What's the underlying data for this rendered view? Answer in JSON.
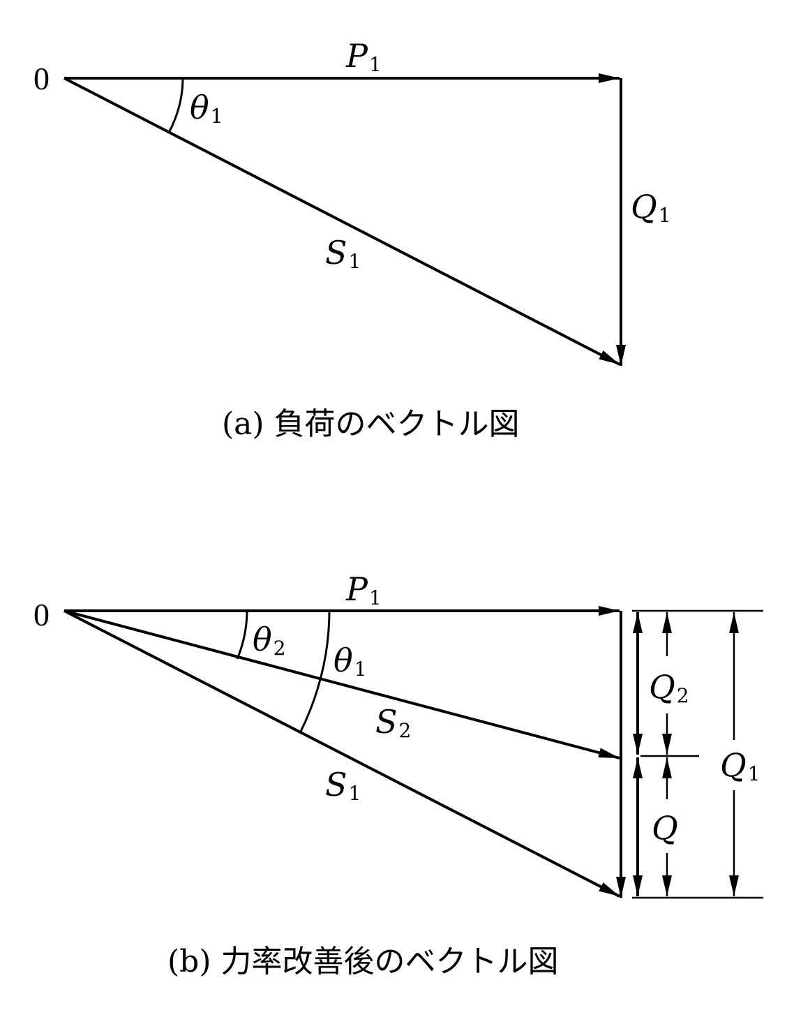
{
  "panel_a": {
    "origin": "0",
    "P": "P",
    "P_sub": "1",
    "Q": "Q",
    "Q_sub": "1",
    "S": "S",
    "S_sub": "1",
    "theta": "θ",
    "theta_sub": "1",
    "caption": "(a) 負荷のベクトル図"
  },
  "panel_b": {
    "origin": "0",
    "P": "P",
    "P_sub": "1",
    "theta2": "θ",
    "theta2_sub": "2",
    "theta1": "θ",
    "theta1_sub": "1",
    "S2": "S",
    "S2_sub": "2",
    "S1": "S",
    "S1_sub": "1",
    "Q2": "Q",
    "Q2_sub": "2",
    "Q": "Q",
    "Q1": "Q",
    "Q1_sub": "1",
    "caption": "(b) 力率改善後のベクトル図"
  }
}
